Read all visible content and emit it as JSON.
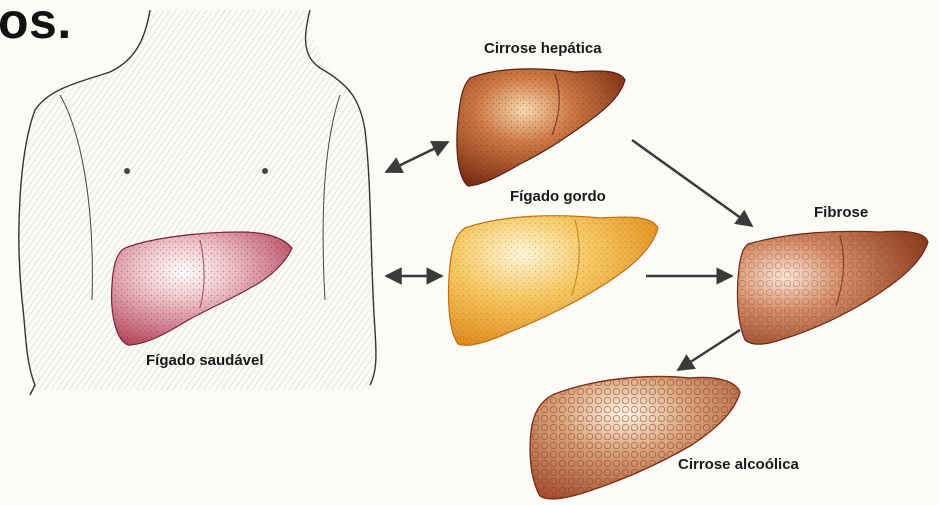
{
  "heading": "os.",
  "labels": {
    "healthy": "Fígado saudável",
    "hepatic_cirrhosis": "Cirrose hepática",
    "fatty_liver": "Fígado gordo",
    "fibrosis": "Fibrose",
    "alcoholic_cirrhosis": "Cirrose alcoólica"
  },
  "colors": {
    "healthy_liver": "#c4687a",
    "hepatic_cirrhosis": "#a24a24",
    "fatty_liver": "#f2b13a",
    "fibrosis": "#b25a3a",
    "alcoholic_cirrhosis": "#c87a55",
    "arrow": "#3a3a3a"
  }
}
